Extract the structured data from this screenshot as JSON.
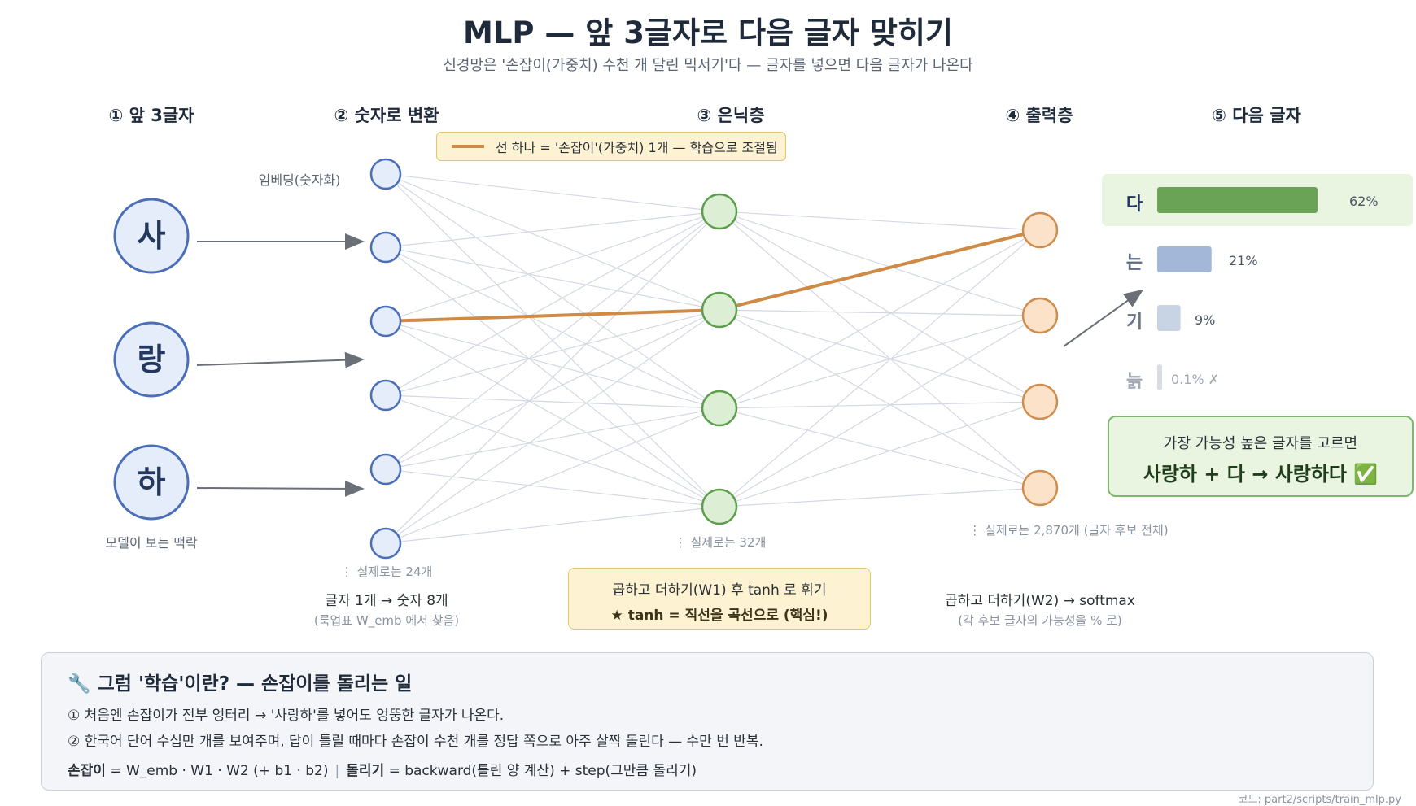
{
  "title": "MLP — 앞 3글자로 다음 글자 맞히기",
  "subtitle": "신경망은 '손잡이(가중치) 수천 개 달린 믹서기'다 — 글자를 넣으면 다음 글자가 나온다",
  "columns": [
    "① 앞 3글자",
    "② 숫자로 변환",
    "③ 은닉층",
    "④ 출력층",
    "⑤ 다음 글자"
  ],
  "legend": "선 하나 = '손잡이'(가중치) 1개 — 학습으로 조절됨",
  "input": {
    "chars": [
      "사",
      "랑",
      "하"
    ],
    "embedding_label": "임베딩(숫자화)",
    "context_label": "모델이 보는 맥락"
  },
  "embedding": {
    "real_count": "⋮ 실제로는 24개",
    "desc": "글자 1개 → 숫자 8개",
    "desc_sub": "(룩업표 W_emb 에서 찾음)"
  },
  "hidden": {
    "real_count": "⋮ 실제로는 32개",
    "box_line1": "곱하고 더하기(W1) 후 tanh 로 휘기",
    "box_line2": "★ tanh = 직선을 곡선으로 (핵심!)"
  },
  "output": {
    "real_count": "⋮ 실제로는 2,870개 (글자 후보 전체)",
    "desc": "곱하고 더하기(W2) → softmax",
    "desc_sub": "(각 후보 글자의 가능성을 % 로)"
  },
  "predictions": [
    {
      "char": "다",
      "percent_label": "62%",
      "value": 62,
      "color": "#6aa356"
    },
    {
      "char": "는",
      "percent_label": "21%",
      "value": 21,
      "color": "#a3b7d8"
    },
    {
      "char": "기",
      "percent_label": "9%",
      "value": 9,
      "color": "#c8d3e3"
    },
    {
      "char": "늙",
      "percent_label": "0.1% ✗",
      "value": 0.1,
      "color": "#d9dde3"
    }
  ],
  "result": {
    "line1": "가장 가능성 높은 글자를 고르면",
    "line2": "사랑하 + 다 → 사랑하다 ✅"
  },
  "panel": {
    "heading": "🔧 그럼 '학습'이란? — 손잡이를 돌리는 일",
    "line1": "① 처음엔 손잡이가 전부 엉터리 → '사랑하'를 넣어도 엉뚱한 글자가 나온다.",
    "line2": "② 한국어 단어 수십만 개를 보여주며, 답이 틀릴 때마다 손잡이 수천 개를 정답 쪽으로 아주 살짝 돌린다 — 수만 번 반복.",
    "knob_term": "손잡이",
    "knob_def": " = W_emb · W1 · W2 (+ b1 · b2)",
    "turn_term": "돌리기",
    "turn_def": " = backward(틀린 양 계산)  +  step(그만큼 돌리기)"
  },
  "footer": "코드: part2/scripts/train_mlp.py",
  "colors": {
    "input_fill": "#e6edfa",
    "input_stroke": "#4a6fb8",
    "hidden_fill": "#dcefd5",
    "hidden_stroke": "#5d9e4c",
    "output_fill": "#fbe2c8",
    "output_stroke": "#d08c4c",
    "highlight_edge": "#cf8a45",
    "edge": "#d3d8e2"
  }
}
